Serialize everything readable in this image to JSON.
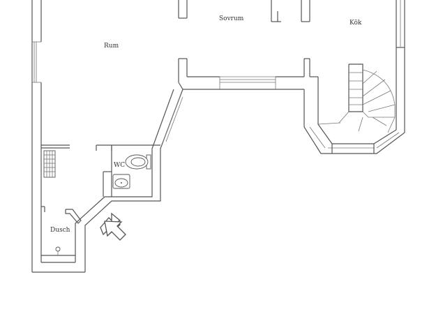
{
  "rooms": {
    "rum": "Rum",
    "sovrum": "Sovrum",
    "kok": "Kök",
    "wc": "WC",
    "dusch": "Dusch"
  },
  "icons": {
    "entrance": "entrance-arrow-icon",
    "toilet": "toilet-icon",
    "sink": "sink-icon",
    "radiator": "radiator-icon",
    "shower": "shower-head-icon",
    "staircase": "staircase-icon"
  },
  "colors": {
    "background": "#ffffff",
    "line": "#555555",
    "text": "#333333"
  }
}
